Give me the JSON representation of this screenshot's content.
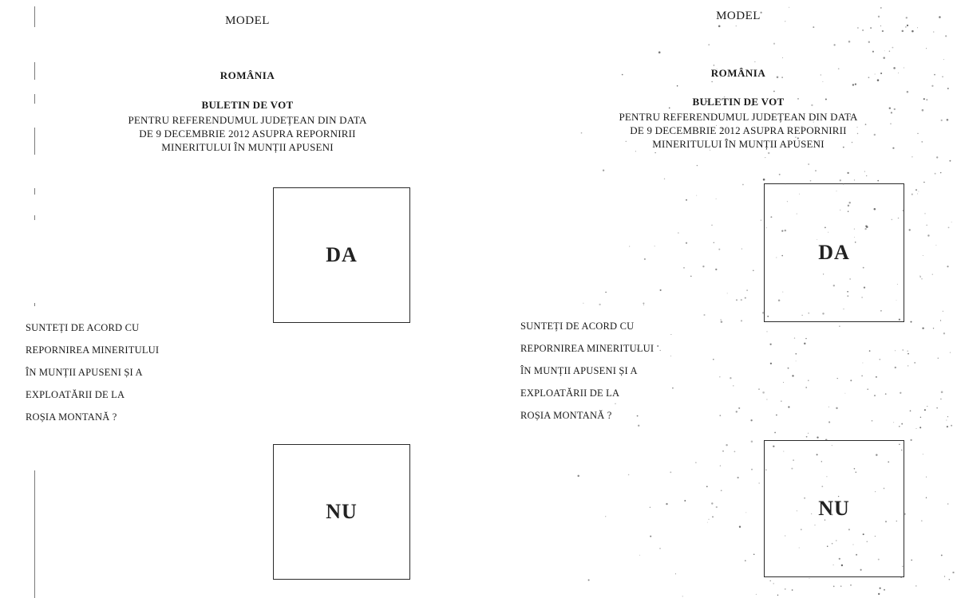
{
  "ballots": [
    {
      "model": "MODEL",
      "country": "ROMÂNIA",
      "title": "BULETIN DE VOT",
      "subtitle_lines": [
        "PENTRU REFERENDUMUL JUDEȚEAN DIN DATA",
        "DE 9 DECEMBRIE 2012 ASUPRA REPORNIRII",
        "MINERITULUI ÎN MUNȚII APUSENI"
      ],
      "question_lines": [
        "SUNTEȚI  DE ACORD CU",
        "REPORNIREA MINERITULUI",
        "ÎN MUNȚII APUSENI ȘI A",
        "EXPLOATĂRII DE LA",
        "ROȘIA MONTANĂ ?"
      ],
      "yes_label": "DA",
      "no_label": "NU"
    },
    {
      "model": "MODEL",
      "country": "ROMÂNIA",
      "title": "BULETIN DE VOT",
      "subtitle_lines": [
        "PENTRU REFERENDUMUL JUDEȚEAN DIN DATA",
        "DE 9 DECEMBRIE 2012 ASUPRA REPORNIRII",
        "MINERITULUI ÎN MUNȚII APUSENI"
      ],
      "question_lines": [
        "SUNTEȚI  DE ACORD CU",
        "REPORNIREA MINERITULUI",
        "ÎN MUNȚII APUSENI ȘI A",
        "EXPLOATĂRII DE LA",
        "ROȘIA MONTANĂ ?"
      ],
      "yes_label": "DA",
      "no_label": "NU"
    }
  ],
  "colors": {
    "paper": "#ffffff",
    "ink": "#1a1a1a",
    "box_border": "#2a2a2a"
  }
}
